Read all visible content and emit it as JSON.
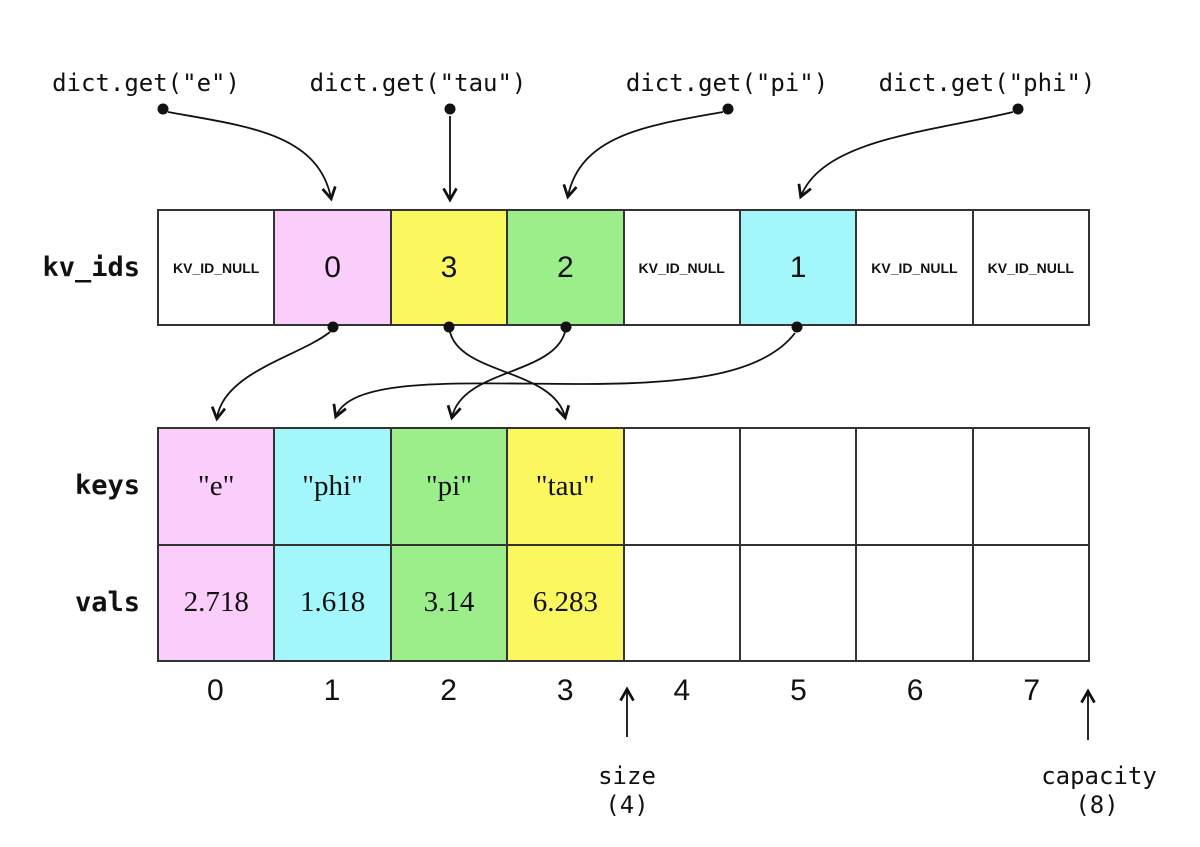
{
  "colors": {
    "white": "#ffffff",
    "pink": "#fbcdfa",
    "yellow": "#fbf75f",
    "green": "#9cee8b",
    "cyan": "#a3f6f9"
  },
  "calls": [
    {
      "label": "dict.get(\"e\")"
    },
    {
      "label": "dict.get(\"tau\")"
    },
    {
      "label": "dict.get(\"pi\")"
    },
    {
      "label": "dict.get(\"phi\")"
    }
  ],
  "kv_ids": {
    "label": "kv_ids",
    "cells": [
      {
        "value": "KV_ID_NULL",
        "color": "white"
      },
      {
        "value": "0",
        "color": "pink"
      },
      {
        "value": "3",
        "color": "yellow"
      },
      {
        "value": "2",
        "color": "green"
      },
      {
        "value": "KV_ID_NULL",
        "color": "white"
      },
      {
        "value": "1",
        "color": "cyan"
      },
      {
        "value": "KV_ID_NULL",
        "color": "white"
      },
      {
        "value": "KV_ID_NULL",
        "color": "white"
      }
    ]
  },
  "keys": {
    "label": "keys",
    "cells": [
      {
        "value": "\"e\"",
        "color": "pink"
      },
      {
        "value": "\"phi\"",
        "color": "cyan"
      },
      {
        "value": "\"pi\"",
        "color": "green"
      },
      {
        "value": "\"tau\"",
        "color": "yellow"
      },
      {
        "value": "",
        "color": "white"
      },
      {
        "value": "",
        "color": "white"
      },
      {
        "value": "",
        "color": "white"
      },
      {
        "value": "",
        "color": "white"
      }
    ]
  },
  "vals": {
    "label": "vals",
    "cells": [
      {
        "value": "2.718",
        "color": "pink"
      },
      {
        "value": "1.618",
        "color": "cyan"
      },
      {
        "value": "3.14",
        "color": "green"
      },
      {
        "value": "6.283",
        "color": "yellow"
      },
      {
        "value": "",
        "color": "white"
      },
      {
        "value": "",
        "color": "white"
      },
      {
        "value": "",
        "color": "white"
      },
      {
        "value": "",
        "color": "white"
      }
    ]
  },
  "indices": [
    "0",
    "1",
    "2",
    "3",
    "4",
    "5",
    "6",
    "7"
  ],
  "size_marker": {
    "label": "size",
    "value": "(4)"
  },
  "capacity_marker": {
    "label": "capacity",
    "value": "(8)"
  }
}
